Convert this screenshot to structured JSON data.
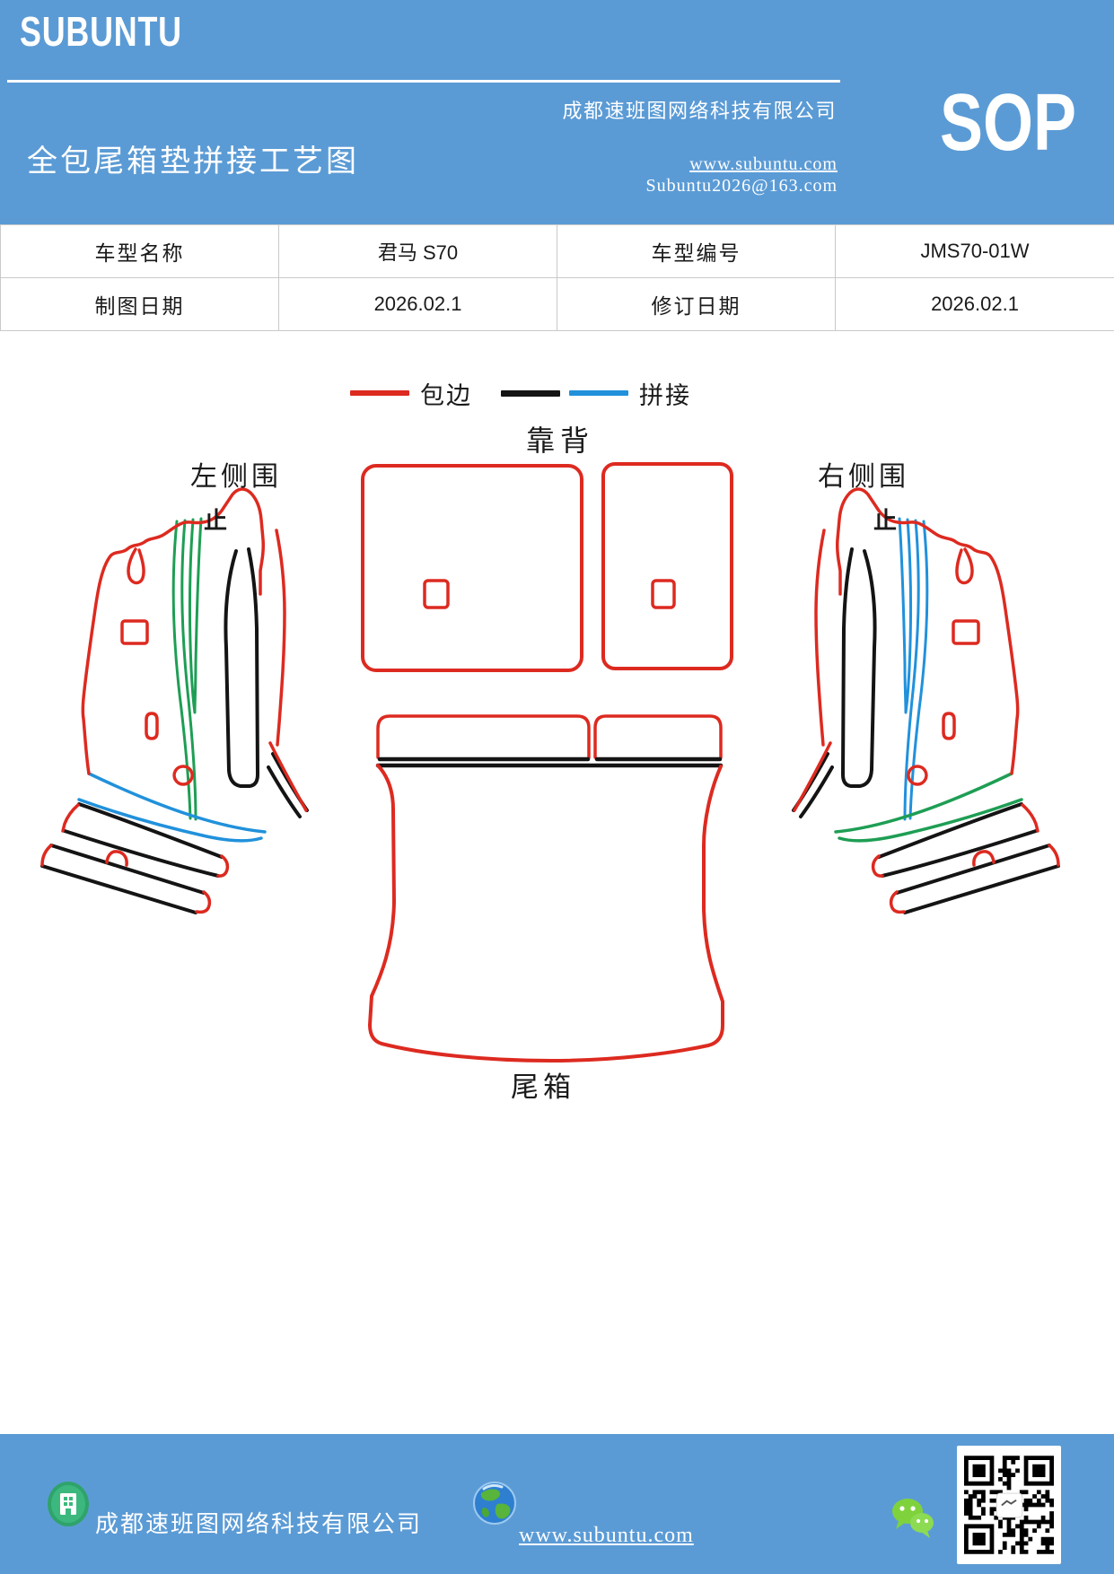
{
  "header": {
    "logo": "SUBUNTU",
    "title": "全包尾箱垫拼接工艺图",
    "company": "成都速班图网络科技有限公司",
    "website": "www.subuntu.com",
    "email": "Subuntu2026@163.com",
    "badge": "SOP"
  },
  "info_table": {
    "rows": [
      [
        "车型名称",
        "君马 S70",
        "车型编号",
        "JMS70-01W"
      ],
      [
        "制图日期",
        "2026.02.1",
        "修订日期",
        "2026.02.1"
      ]
    ]
  },
  "legend": {
    "edge_label": "包边",
    "stitch_label": "拼接"
  },
  "diagram": {
    "backrest_label": "靠背",
    "left_panel_label": "左侧围",
    "right_panel_label": "右侧围",
    "trunk_label": "尾箱",
    "stop_left": "止",
    "stop_right": "止"
  },
  "footer": {
    "company": "成都速班图网络科技有限公司",
    "website": "www.subuntu.com"
  },
  "colors": {
    "theme_blue": "#5b9bd5",
    "edge_red": "#dd2a20",
    "stitch_black": "#141414",
    "stitch_blue": "#2191db",
    "stitch_green": "#1e9e54"
  }
}
